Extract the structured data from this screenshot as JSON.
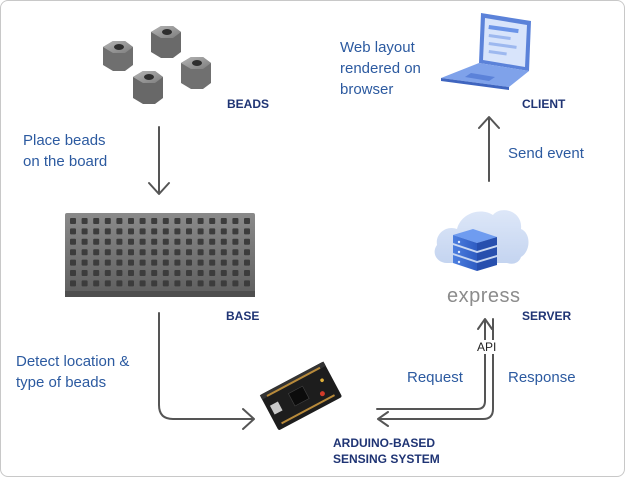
{
  "nodes": {
    "beads": "BEADS",
    "base": "BASE",
    "client": "CLIENT",
    "server": "SERVER",
    "arduino_line1": "ARDUINO-BASED",
    "arduino_line2": "SENSING SYSTEM"
  },
  "annotations": {
    "place_line1": "Place beads",
    "place_line2": "on the board",
    "detect_line1": "Detect location &",
    "detect_line2": "type of beads",
    "web_line1": "Web layout",
    "web_line2": "rendered on",
    "web_line3": "browser",
    "send_event": "Send event",
    "request": "Request",
    "response": "Response",
    "api": "API",
    "express_logo": "express"
  },
  "icons": {
    "beads": "hex-nut-beads-icon",
    "base": "peg-board-icon",
    "client": "laptop-icon",
    "server": "cloud-server-icon",
    "arduino": "circuit-board-icon"
  },
  "colors": {
    "label": "#1f3474",
    "annotation": "#2c5aa0",
    "arrow": "#555555"
  }
}
